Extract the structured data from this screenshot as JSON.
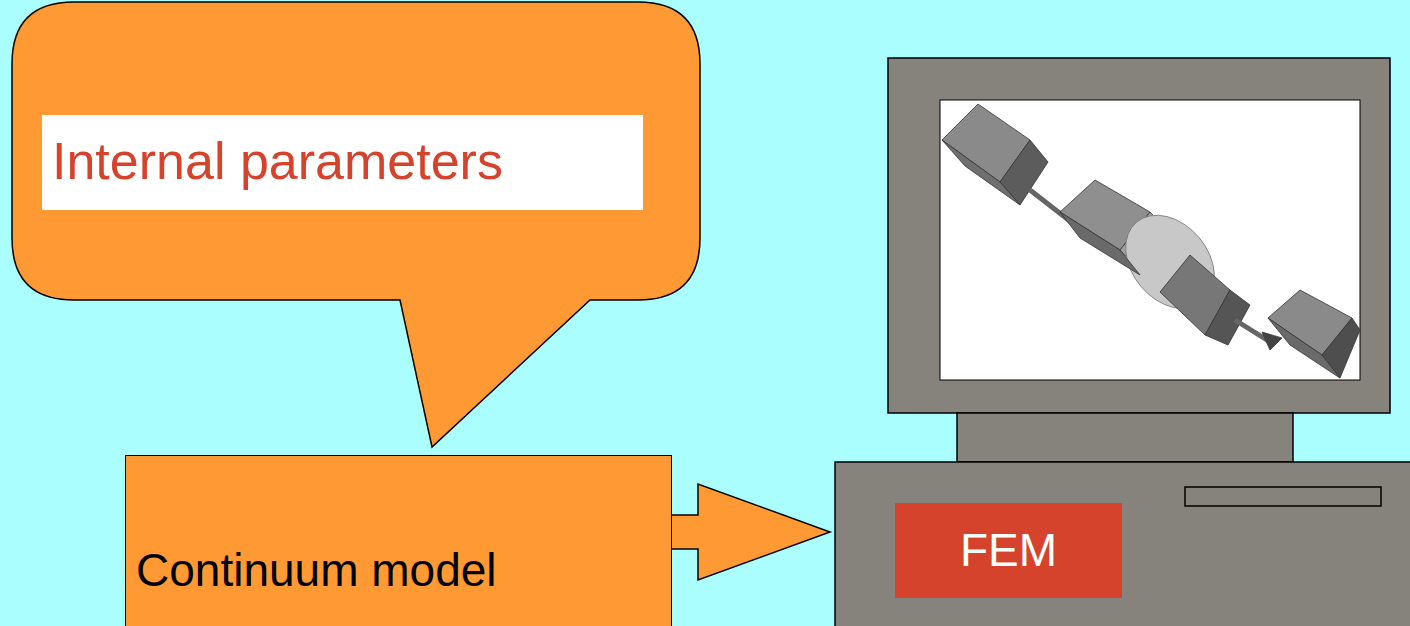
{
  "diagram": {
    "nodes": [
      {
        "text": [
          "Internal parameters"
        ]
      },
      {
        "text": [
          "Continuum model"
        ]
      },
      {
        "text": [
          "FEM"
        ]
      }
    ],
    "edges": [
      {
        "from": 1,
        "to": 2,
        "arrow": "to"
      }
    ]
  }
}
